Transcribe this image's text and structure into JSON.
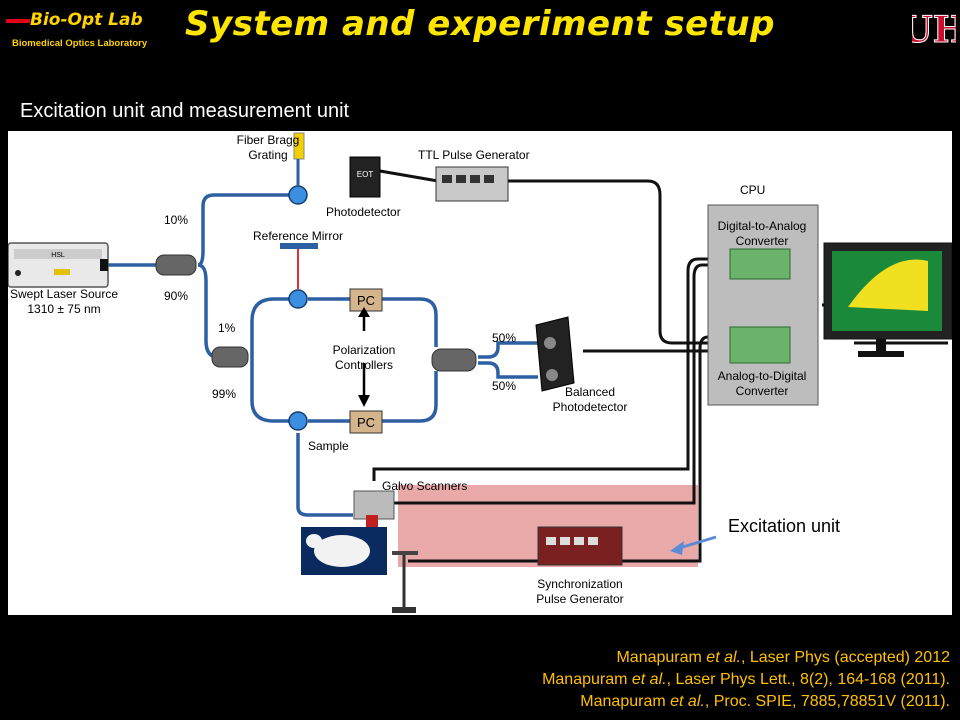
{
  "header": {
    "title": "System and experiment setup",
    "logo_main": "Bio-Opt Lab",
    "logo_sub": "Biomedical Optics Laboratory",
    "uh_logo": "UH"
  },
  "subheading": "Excitation unit and measurement unit",
  "diagram": {
    "fiber_bragg": "Fiber Bragg\nGrating",
    "ttl": "TTL Pulse Generator",
    "eot": "EOT",
    "photodetector": "Photodetector",
    "cpu": "CPU",
    "dac": "Digital-to-Analog\nConverter",
    "adc": "Analog-to-Digital\nConverter",
    "reference_mirror": "Reference Mirror",
    "swept_laser": "Swept Laser Source\n1310 ± 75 nm",
    "hsl": "HSL",
    "p10": "10%",
    "p90": "90%",
    "p1": "1%",
    "p99": "99%",
    "p50a": "50%",
    "p50b": "50%",
    "pc_top": "PC",
    "pc_bottom": "PC",
    "polarization": "Polarization\nControllers",
    "balanced": "Balanced\nPhotodetector",
    "sample": "Sample",
    "galvo": "Galvo Scanners",
    "sync": "Synchronization\nPulse Generator",
    "excitation_unit": "Excitation unit"
  },
  "references": {
    "r1_pre": "Manapuram ",
    "r1_it": "et al.",
    "r1_post": ", Laser Phys  (accepted) 2012",
    "r2_pre": "Manapuram ",
    "r2_it": "et al.",
    "r2_post": ", Laser Phys Lett., 8(2), 164-168 (2011).",
    "r3_pre": "Manapuram ",
    "r3_it": "et al.",
    "r3_post": ", Proc. SPIE, 7885,78851V (2011)."
  },
  "colors": {
    "title": "#ffe600",
    "fiber": "#2d5fa3",
    "pc": "#d4b48a",
    "exc_box": "#e8a0a0",
    "refs": "#ffc000"
  }
}
